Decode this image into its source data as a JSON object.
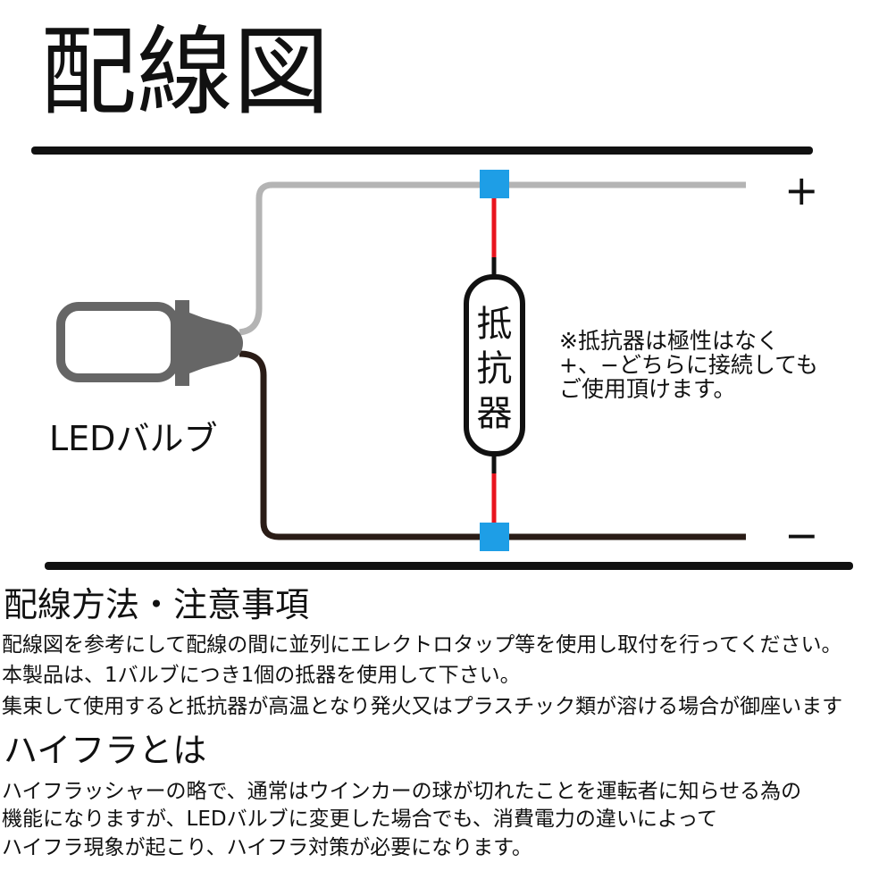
{
  "title": "配線図",
  "diagram": {
    "bulb_label": "LEDバルブ",
    "resistor_label": [
      "抵",
      "抗",
      "器"
    ],
    "plus": "+",
    "minus": "−",
    "note_lines": [
      "※抵抗器は極性はなく",
      "+、−どちらに接続しても",
      "ご使用頂けます。"
    ],
    "colors": {
      "positive_wire": "#b4b4b4",
      "negative_wire": "#2a1c16",
      "resistor_lead": "#e8141e",
      "tap": "#1e9ee6",
      "bulb": "#666666"
    }
  },
  "section1": {
    "heading": "配線方法・注意事項",
    "lines": [
      "配線図を参考にして配線の間に並列にエレクトロタップ等を使用し取付を行ってください。",
      "本製品は、1バルブにつき1個の抵器を使用して下さい。",
      "集束して使用すると抵抗器が高温となり発火又はプラスチック類が溶ける場合が御座います"
    ]
  },
  "section2": {
    "heading": "ハイフラとは",
    "lines": [
      "ハイフラッシャーの略で、通常はウインカーの球が切れたことを運転者に知らせる為の",
      "機能になりますが、LEDバルブに変更した場合でも、消費電力の違いによって",
      "ハイフラ現象が起こり、ハイフラ対策が必要になります。"
    ]
  }
}
